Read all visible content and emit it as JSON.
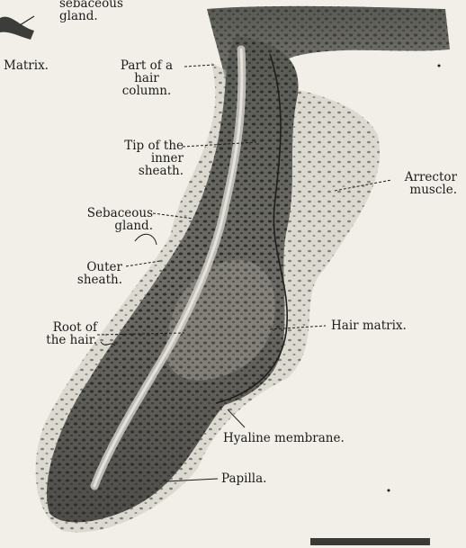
{
  "figure": {
    "labels": {
      "sebaceous_gland_top": [
        "sebaceous",
        "gland."
      ],
      "matrix": "Matrix.",
      "hair_column": [
        "Part of a",
        "hair",
        "column."
      ],
      "tip_inner_sheath": [
        "Tip of the",
        "inner",
        "sheath."
      ],
      "arrector_muscle": [
        "Arrector",
        "muscle."
      ],
      "sebaceous_gland": [
        "Sebaceous",
        "gland."
      ],
      "outer_sheath": [
        "Outer",
        "sheath."
      ],
      "root_of_hair": [
        "Root of",
        "the hair."
      ],
      "hair_matrix": "Hair matrix.",
      "hyaline_membrane": "Hyaline membrane.",
      "papilla": "Papilla."
    }
  }
}
